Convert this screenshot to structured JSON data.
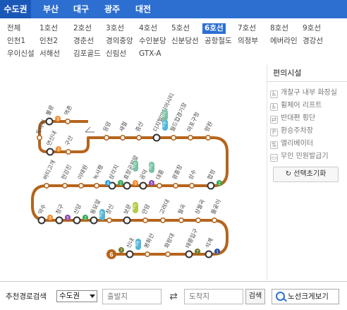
{
  "regions": [
    {
      "label": "수도권",
      "active": true
    },
    {
      "label": "부산",
      "active": false
    },
    {
      "label": "대구",
      "active": false
    },
    {
      "label": "광주",
      "active": false
    },
    {
      "label": "대전",
      "active": false
    }
  ],
  "lines": [
    {
      "label": "전체"
    },
    {
      "label": "1호선"
    },
    {
      "label": "2호선"
    },
    {
      "label": "3호선"
    },
    {
      "label": "4호선"
    },
    {
      "label": "5호선"
    },
    {
      "label": "6호선",
      "active": true
    },
    {
      "label": "7호선"
    },
    {
      "label": "8호선"
    },
    {
      "label": "9호선"
    },
    {
      "label": "인천1"
    },
    {
      "label": "인천2"
    },
    {
      "label": "경춘선"
    },
    {
      "label": "경의중앙"
    },
    {
      "label": "수인분당"
    },
    {
      "label": "신분당선"
    },
    {
      "label": "공항철도"
    },
    {
      "label": "의정부"
    },
    {
      "label": "에버라인"
    },
    {
      "label": "경강선"
    },
    {
      "label": "우이신설"
    },
    {
      "label": "서해선"
    },
    {
      "label": "김포골드"
    },
    {
      "label": "신림선"
    },
    {
      "label": "GTX-A"
    }
  ],
  "facilities": {
    "title": "편의시설",
    "items": [
      {
        "label": "개찰구 내부 화장실",
        "icon": "restroom-icon"
      },
      {
        "label": "휠체어 리프트",
        "icon": "wheelchair-icon"
      },
      {
        "label": "반대편 횡단",
        "icon": "crossing-icon"
      },
      {
        "label": "환승주차장",
        "icon": "parking-icon"
      },
      {
        "label": "엘리베이터",
        "icon": "elevator-icon"
      },
      {
        "label": "무인 민원발급기",
        "icon": "kiosk-icon"
      }
    ],
    "reset_label": "선택초기화"
  },
  "map": {
    "line_color": "#b5651d",
    "line_badge": "6",
    "stations": [
      {
        "name": "불광",
        "t": true
      },
      {
        "name": "역촌"
      },
      {
        "name": "독바위"
      },
      {
        "name": "연신내",
        "t": true
      },
      {
        "name": "구산"
      },
      {
        "name": "응암"
      },
      {
        "name": "새절"
      },
      {
        "name": "증산"
      },
      {
        "name": "디지털미디어시티",
        "t": true
      },
      {
        "name": "월드컵경기장"
      },
      {
        "name": "마포구청"
      },
      {
        "name": "망원"
      },
      {
        "name": "버티고개"
      },
      {
        "name": "한강진"
      },
      {
        "name": "이태원"
      },
      {
        "name": "녹사평"
      },
      {
        "name": "삼각지",
        "t": true
      },
      {
        "name": "효창공원앞",
        "t": true
      },
      {
        "name": "공덕",
        "t": true
      },
      {
        "name": "대흥"
      },
      {
        "name": "광흥창"
      },
      {
        "name": "상수"
      },
      {
        "name": "합정",
        "t": true
      },
      {
        "name": "약수",
        "t": true
      },
      {
        "name": "청구",
        "t": true
      },
      {
        "name": "신당",
        "t": true
      },
      {
        "name": "동묘앞",
        "t": true
      },
      {
        "name": "창신"
      },
      {
        "name": "보문",
        "t": true
      },
      {
        "name": "안암"
      },
      {
        "name": "고려대"
      },
      {
        "name": "월곡"
      },
      {
        "name": "상월곡"
      },
      {
        "name": "돌곶이"
      },
      {
        "name": "신내",
        "t": true
      },
      {
        "name": "봉화산"
      },
      {
        "name": "화랑대"
      },
      {
        "name": "태릉입구",
        "t": true
      },
      {
        "name": "석계",
        "t": true
      }
    ],
    "badges": [
      {
        "label": "3",
        "color": "#f08b2c"
      },
      {
        "label": "공항",
        "color": "#4fb5d8"
      },
      {
        "label": "경의",
        "color": "#7ac2a4"
      },
      {
        "label": "2",
        "color": "#34a853"
      },
      {
        "label": "4",
        "color": "#2b9fd8"
      },
      {
        "label": "5",
        "color": "#8a3fb8"
      },
      {
        "label": "1",
        "color": "#2750a0"
      },
      {
        "label": "우이",
        "color": "#b6c94a"
      },
      {
        "label": "7",
        "color": "#6b7a2a"
      },
      {
        "label": "경춘",
        "color": "#4fb5d8"
      }
    ]
  },
  "bottom": {
    "label": "추천경로검색",
    "region_value": "수도권",
    "from_placeholder": "출발지",
    "to_placeholder": "도착지",
    "search_label": "검색",
    "mapbtn_label": "노선크게보기"
  }
}
